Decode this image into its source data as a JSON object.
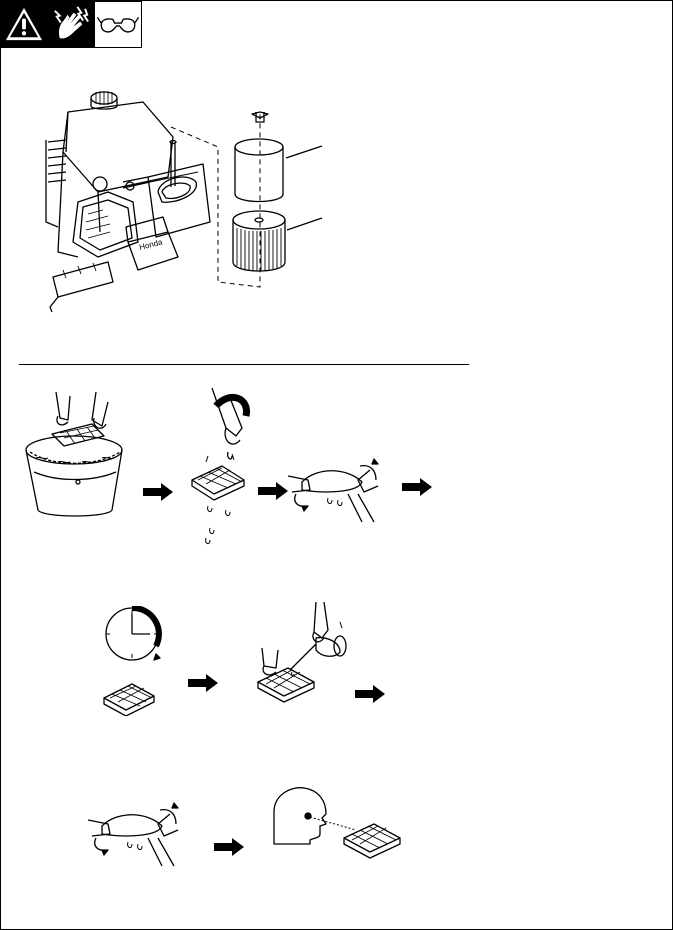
{
  "safety_icons": [
    {
      "icon": "warning-triangle-icon",
      "label": ""
    },
    {
      "icon": "hot-parts-hand-icon",
      "label": ""
    },
    {
      "icon": "safety-glasses-icon",
      "label": ""
    }
  ],
  "engine_illustration": {
    "engine_label": "Honda",
    "callouts": [
      "",
      ""
    ]
  },
  "cleaning_steps": [
    {
      "step": "wash-in-soapy-water"
    },
    {
      "step": "rinse-under-water"
    },
    {
      "step": "squeeze-dry"
    },
    {
      "step": "air-dry-timer"
    },
    {
      "step": "apply-oil"
    },
    {
      "step": "squeeze-out-excess-oil"
    },
    {
      "step": "inspect-filter"
    }
  ],
  "colors": {
    "ink": "#000000",
    "paper": "#ffffff",
    "icon_bg": "#000000"
  }
}
